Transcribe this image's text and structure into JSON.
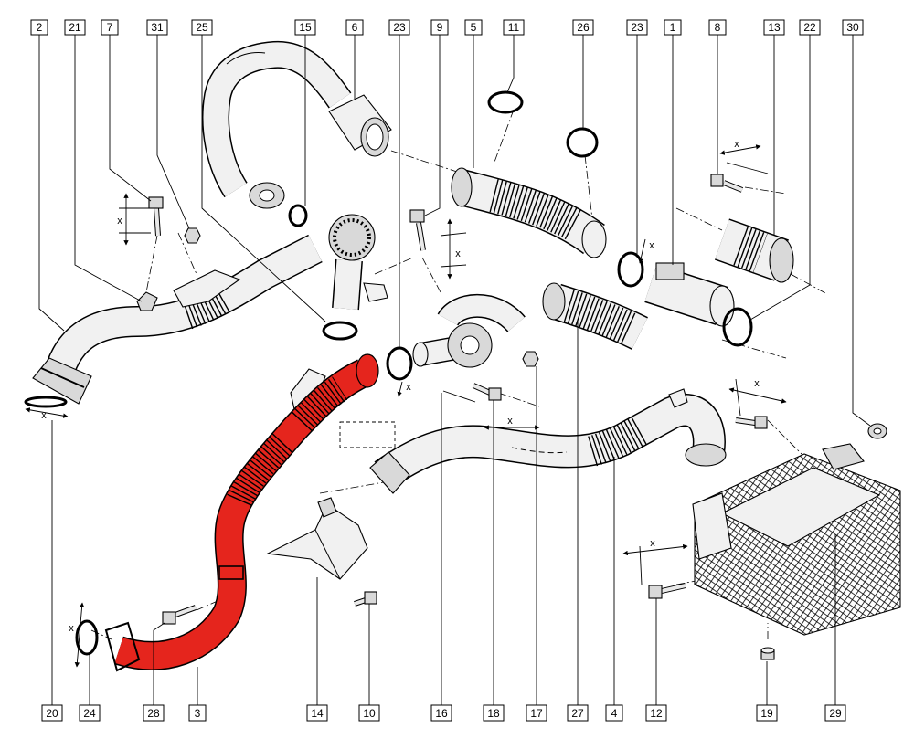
{
  "callouts": {
    "top": [
      "2",
      "21",
      "7",
      "31",
      "25",
      "15",
      "6",
      "23",
      "9",
      "5",
      "11",
      "26",
      "23",
      "1",
      "8",
      "13",
      "22",
      "30"
    ],
    "bottom": [
      "20",
      "24",
      "28",
      "3",
      "14",
      "10",
      "16",
      "18",
      "17",
      "27",
      "4",
      "12",
      "19",
      "29"
    ]
  },
  "dimension_labels": [
    "x",
    "x",
    "x",
    "x",
    "x",
    "x",
    "x",
    "x",
    "x",
    "x"
  ],
  "colors": {
    "highlight": "#e5251d",
    "line": "#000000",
    "part_fill": "#f1f1f1"
  }
}
